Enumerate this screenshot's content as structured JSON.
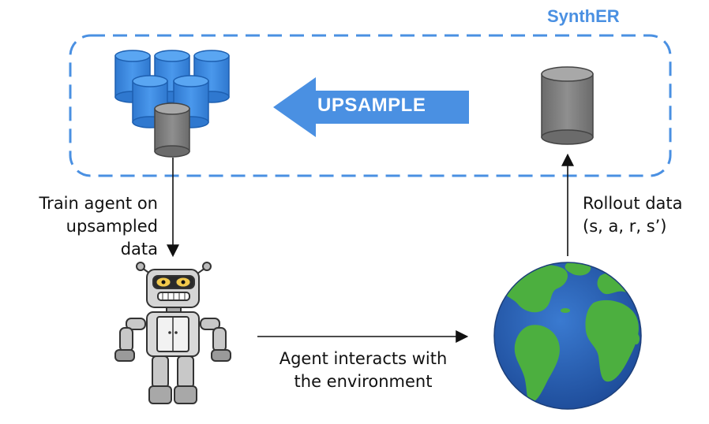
{
  "title": "SynthER",
  "upsample_label": "UPSAMPLE",
  "edges": {
    "train": [
      "Train agent on",
      "upsampled data"
    ],
    "interact": [
      "Agent interacts with",
      "the environment"
    ],
    "rollout": [
      "Rollout data",
      "(s, a, r, s’)"
    ]
  },
  "colors": {
    "accent_blue": "#4a90e2",
    "database_blue": "#3d8ae0",
    "database_gray": "#7f7f7f",
    "ocean": "#2f64b4",
    "land": "#4caf3f"
  },
  "icons": [
    "database-icon",
    "arrow-left-icon",
    "robot-icon",
    "globe-icon"
  ]
}
